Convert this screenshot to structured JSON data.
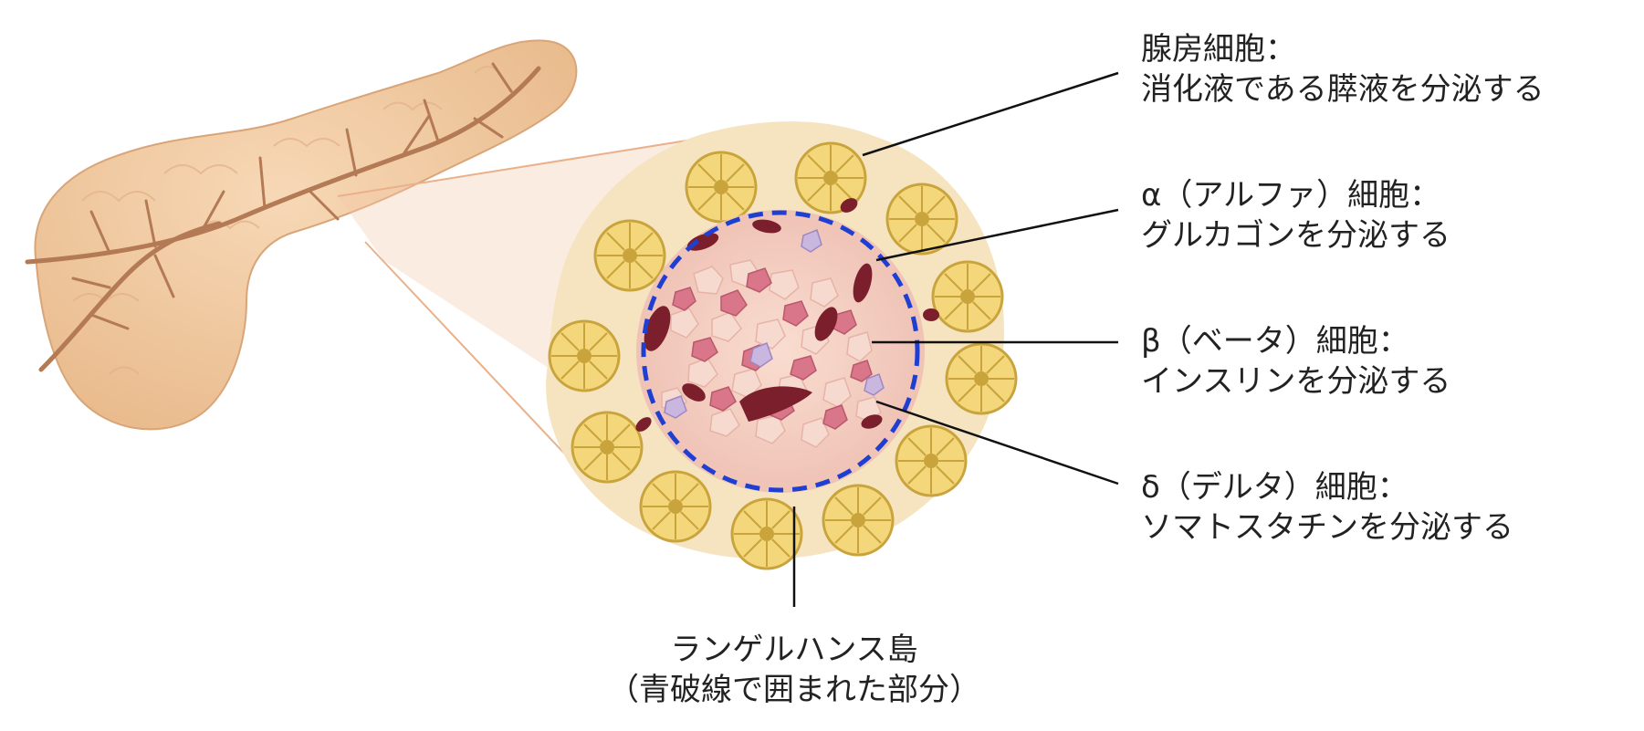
{
  "labels": {
    "acinar": {
      "title": "腺房細胞：",
      "desc": "消化液である膵液を分泌する"
    },
    "alpha": {
      "title": "α（アルファ）細胞：",
      "desc": "グルカゴンを分泌する"
    },
    "beta": {
      "title": "β（ベータ）細胞：",
      "desc": "インスリンを分泌する"
    },
    "delta": {
      "title": "δ（デルタ）細胞：",
      "desc": "ソマトスタチンを分泌する"
    },
    "islet": {
      "title": "ランゲルハンス島",
      "desc": "（青破線で囲まれた部分）"
    }
  },
  "colors": {
    "pancreas": "#f1c9a0",
    "acinar_fill": "#f3d77a",
    "islet_fill": "#f7cfc2",
    "alpha_cell": "#d9768a",
    "beta_cell": "#f6d9cf",
    "delta_cell": "#c9b7e0",
    "vessel": "#7a1f2b",
    "dashed_border": "#1f3fd1"
  }
}
